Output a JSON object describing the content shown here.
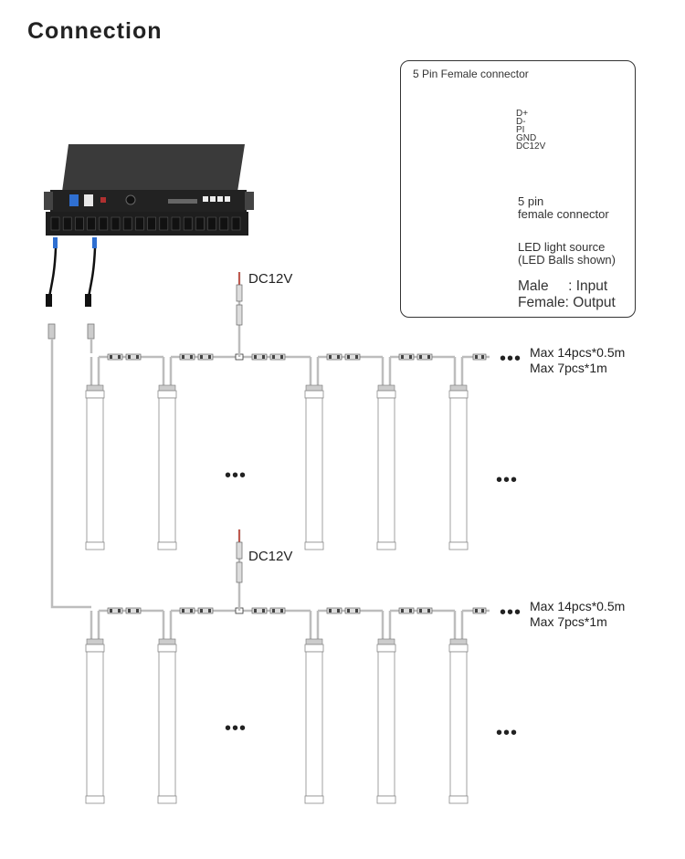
{
  "title": "Connection",
  "inset": {
    "title": "5 Pin Female connector",
    "wires": [
      {
        "label": "D+",
        "color": "#3aa0d8"
      },
      {
        "label": "D-",
        "color": "#2e9a5a"
      },
      {
        "label": "PI",
        "color": "#9a9a9a"
      },
      {
        "label": "GND",
        "color": "#333333"
      },
      {
        "label": "DC12V",
        "color": "#d03030"
      }
    ],
    "callout_connector_line1": "5 pin",
    "callout_connector_line2": "female connector",
    "callout_led_line1": "LED light source",
    "callout_led_line2": "(LED Balls shown)",
    "male_label": "Male     : Input",
    "female_label": "Female: Output"
  },
  "rows": [
    {
      "power_label": "DC12V",
      "max_line1": "Max 14pcs*0.5m",
      "max_line2": "Max 7pcs*1m",
      "ellipsis_middle": "•••",
      "ellipsis_end": "•••"
    },
    {
      "power_label": "DC12V",
      "max_line1": "Max 14pcs*0.5m",
      "max_line2": "Max 7pcs*1m",
      "ellipsis_middle": "•••",
      "ellipsis_end": "•••"
    }
  ],
  "colors": {
    "cable": "#bdbdbd",
    "outline": "#8a8a8a",
    "controller": "#2a2a2a",
    "power_wire": "#c0392b",
    "port_blue": "#2f6fd1"
  }
}
